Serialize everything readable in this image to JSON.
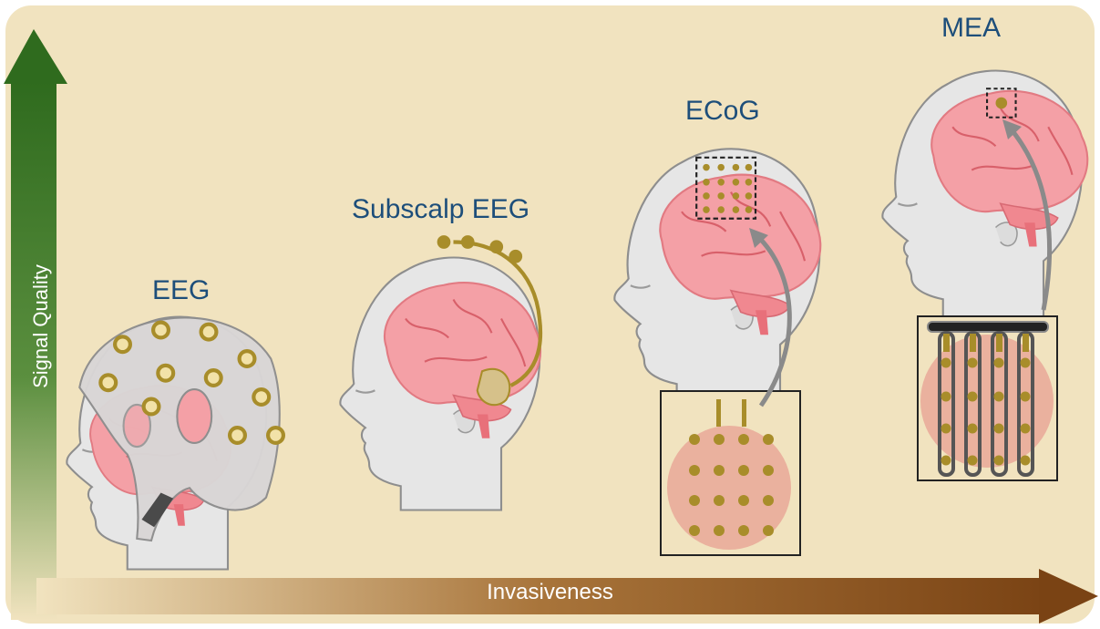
{
  "diagram": {
    "background_color": "#f1e3bf",
    "brain_color": "#f4a0a6",
    "electrode_color": "#a88d2a",
    "label_color": "#1d4e7a",
    "axes": {
      "x_label": "Invasiveness",
      "y_label": "Signal Quality",
      "x_arrow_color": "#7a4314",
      "y_arrow_color": "#2f6b1e"
    },
    "methods": [
      {
        "id": "eeg",
        "label": "EEG",
        "icon": "eeg-cap-head-icon"
      },
      {
        "id": "subscalp",
        "label": "Subscalp EEG",
        "icon": "subscalp-head-icon"
      },
      {
        "id": "ecog",
        "label": "ECoG",
        "icon": "ecog-head-icon",
        "inset": "ecog-grid-inset"
      },
      {
        "id": "mea",
        "label": "MEA",
        "icon": "mea-head-icon",
        "inset": "mea-array-inset"
      }
    ]
  }
}
